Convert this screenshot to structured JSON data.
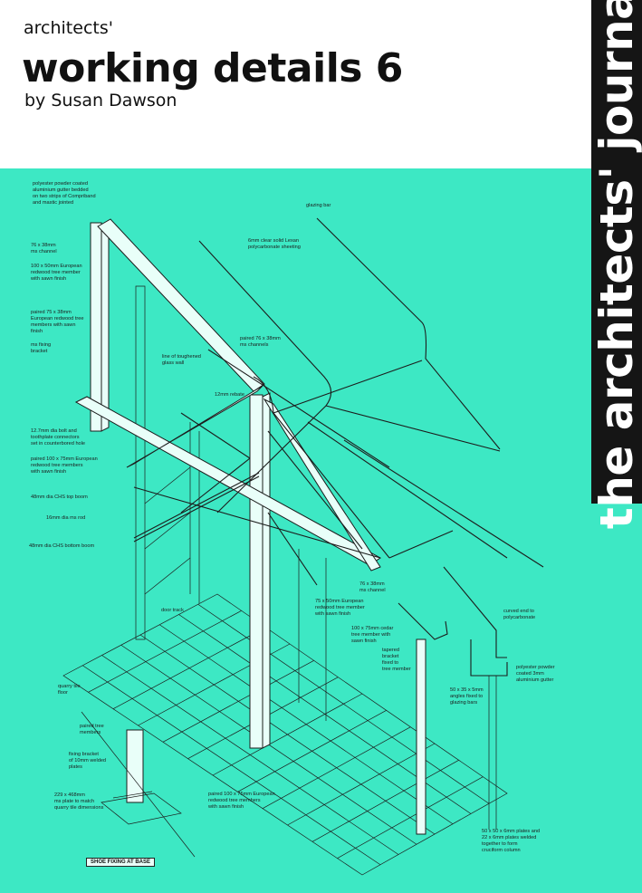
{
  "cover": {
    "kicker": "architects'",
    "title": "working details 6",
    "author": "by Susan Dawson",
    "journal": "the architects' journal"
  },
  "colors": {
    "background_teal": "#3de8c4",
    "band_black": "#151515",
    "ink": "#1c1c1c"
  },
  "annotations": [
    "polyester powder coated",
    "aluminium gutter bedded",
    "on two strips of Compriband",
    "and mastic jointed",
    "glazing bar",
    "6mm clear solid Lexan",
    "polycarbonate sheeting",
    "76 x 38mm",
    "ms channel",
    "100 x 50mm European",
    "redwood tree member",
    "with sawn finish",
    "paired 75 x 38mm",
    "European redwood tree",
    "members with sawn",
    "finish",
    "ms fixing",
    "bracket",
    "line of toughened",
    "glass wall",
    "paired 76 x 38mm",
    "ms channels",
    "12mm rebate",
    "12.7mm dia bolt and",
    "toothplate connectors",
    "set in counterbored hole",
    "paired 100 x 75mm European",
    "redwood tree members",
    "with sawn finish",
    "48mm dia CHS top boom",
    "16mm dia ms rod",
    "48mm dia CHS   bottom boom",
    "76 x 38mm",
    "ms channel",
    "75 x 50mm European",
    "redwood tree member",
    "with sawn finish",
    "100 x 75mm cedar",
    "tree member with",
    "sawn finish",
    "curved end to",
    "polycarbonate",
    "door track",
    "tapered",
    "bracket",
    "fixed to",
    "tree member",
    "polyester powder",
    "coated   3mm",
    "aluminium gutter",
    "quarry tile",
    "floor",
    "50 x 35 x 5mm",
    "angles  fixed to",
    "glazing bars",
    "paired tree",
    "members",
    "fixing bracket",
    "of 10mm welded",
    "plates",
    "229 x 468mm",
    "ms plate to match",
    "quarry tile dimensions",
    "paired 100 x 75mm European",
    "redwood tree members",
    "with sawn finish",
    "50 x 50 x 6mm plates and",
    "22 x 6mm plates welded",
    "together to form",
    "cruciform column"
  ],
  "shoe_caption": "SHOE FIXING AT BASE"
}
